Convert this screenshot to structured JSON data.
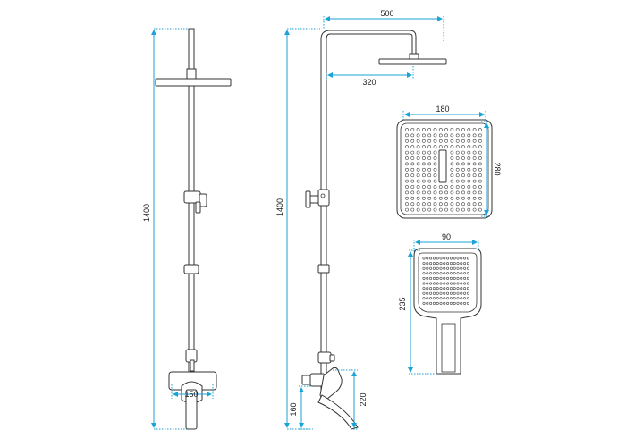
{
  "colors": {
    "dimension": "#1aa3d6",
    "outline": "#333333",
    "background": "#ffffff"
  },
  "dimensions": {
    "front_total_height": "1400",
    "front_mixer_width": "150",
    "side_total_height": "1400",
    "side_arm_length": "500",
    "side_arm_to_head": "320",
    "side_spout_height": "160",
    "side_mixer_height": "220",
    "head_width": "180",
    "head_depth": "280",
    "hand_width": "90",
    "hand_length": "235"
  }
}
